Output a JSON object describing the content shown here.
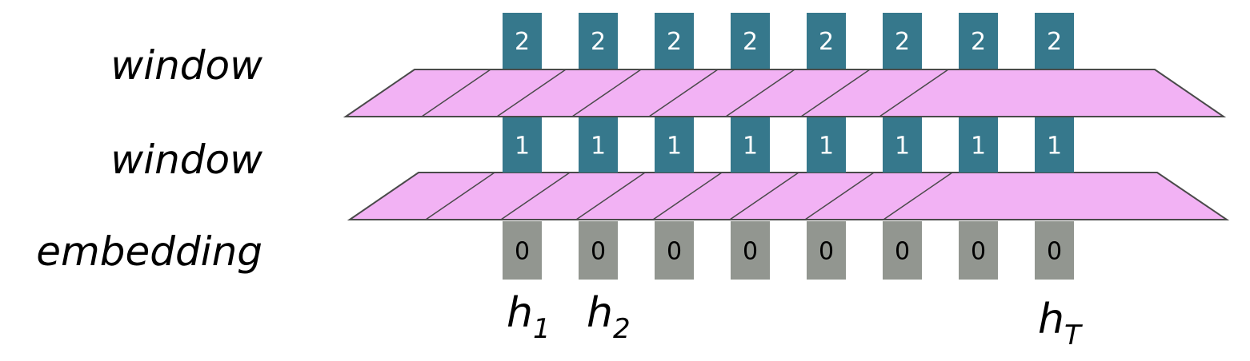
{
  "row_labels": {
    "top": "window",
    "middle": "window",
    "bottom": "embedding"
  },
  "layers": [
    {
      "id": "layer2",
      "box_value": "2",
      "count": 8
    },
    {
      "id": "layer1",
      "box_value": "1",
      "count": 8
    },
    {
      "id": "layer0",
      "box_value": "0",
      "count": 8
    }
  ],
  "token_labels": [
    {
      "base": "h",
      "sub": "1"
    },
    {
      "base": "h",
      "sub": "2"
    },
    {
      "base": "h",
      "sub": "T"
    }
  ],
  "colors": {
    "window_box": "#36788c",
    "embedding_box": "#929690",
    "window_band": "#f2b2f4",
    "band_stroke": "#4a4a4a",
    "window_text": "#ffffff",
    "embedding_text": "#000000"
  }
}
